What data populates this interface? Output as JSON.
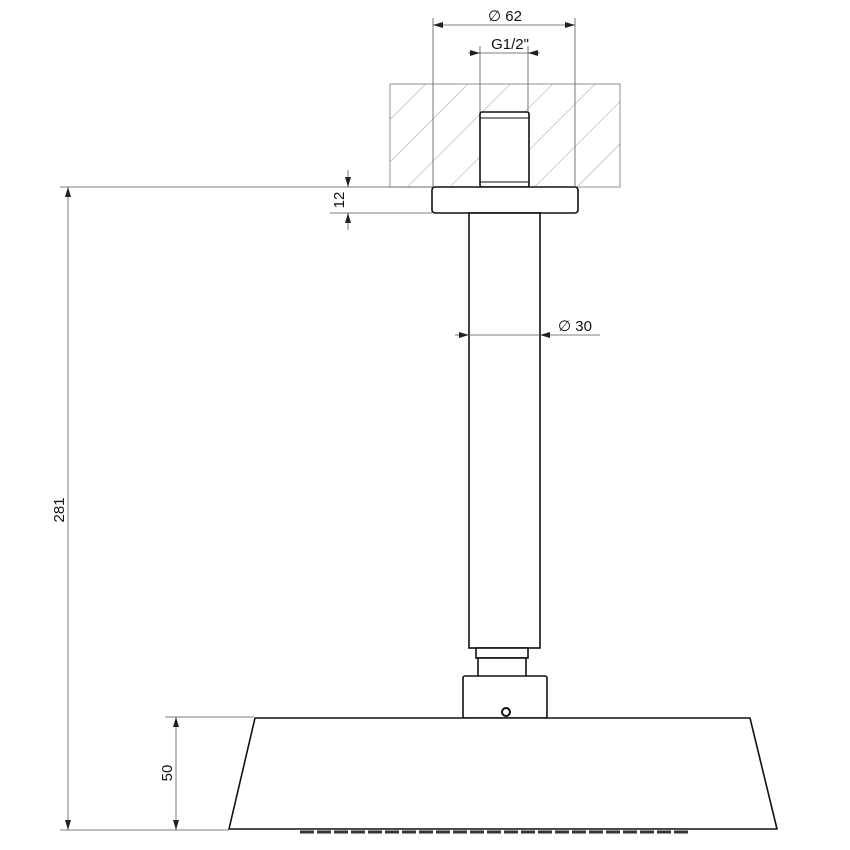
{
  "dimensions": {
    "flange_diameter": "∅ 62",
    "thread": "G1/2\"",
    "flange_height": "12",
    "pipe_diameter": "∅ 30",
    "total_height": "281",
    "head_height": "50"
  },
  "colors": {
    "line": "#111111",
    "dimension": "#555555"
  }
}
